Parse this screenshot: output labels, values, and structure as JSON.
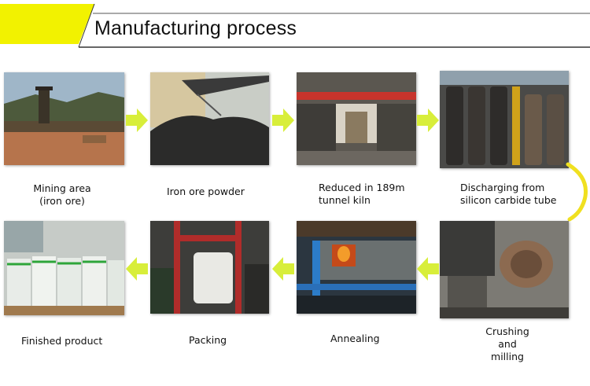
{
  "header": {
    "title": "Manufacturing process"
  },
  "colors": {
    "accent_yellow": "#f2f200",
    "arrow_green_yellow": "#d8ee3a",
    "curve_yellow": "#f0e020"
  },
  "steps": [
    {
      "label": "Mining area\n(iron ore)"
    },
    {
      "label": "Iron ore powder"
    },
    {
      "label": "Reduced in 189m\ntunnel kiln"
    },
    {
      "label": "Discharging from\nsilicon carbide tube"
    },
    {
      "label": "Crushing\nand\nmilling"
    },
    {
      "label": "Annealing"
    },
    {
      "label": "Packing"
    },
    {
      "label": "Finished product"
    }
  ]
}
